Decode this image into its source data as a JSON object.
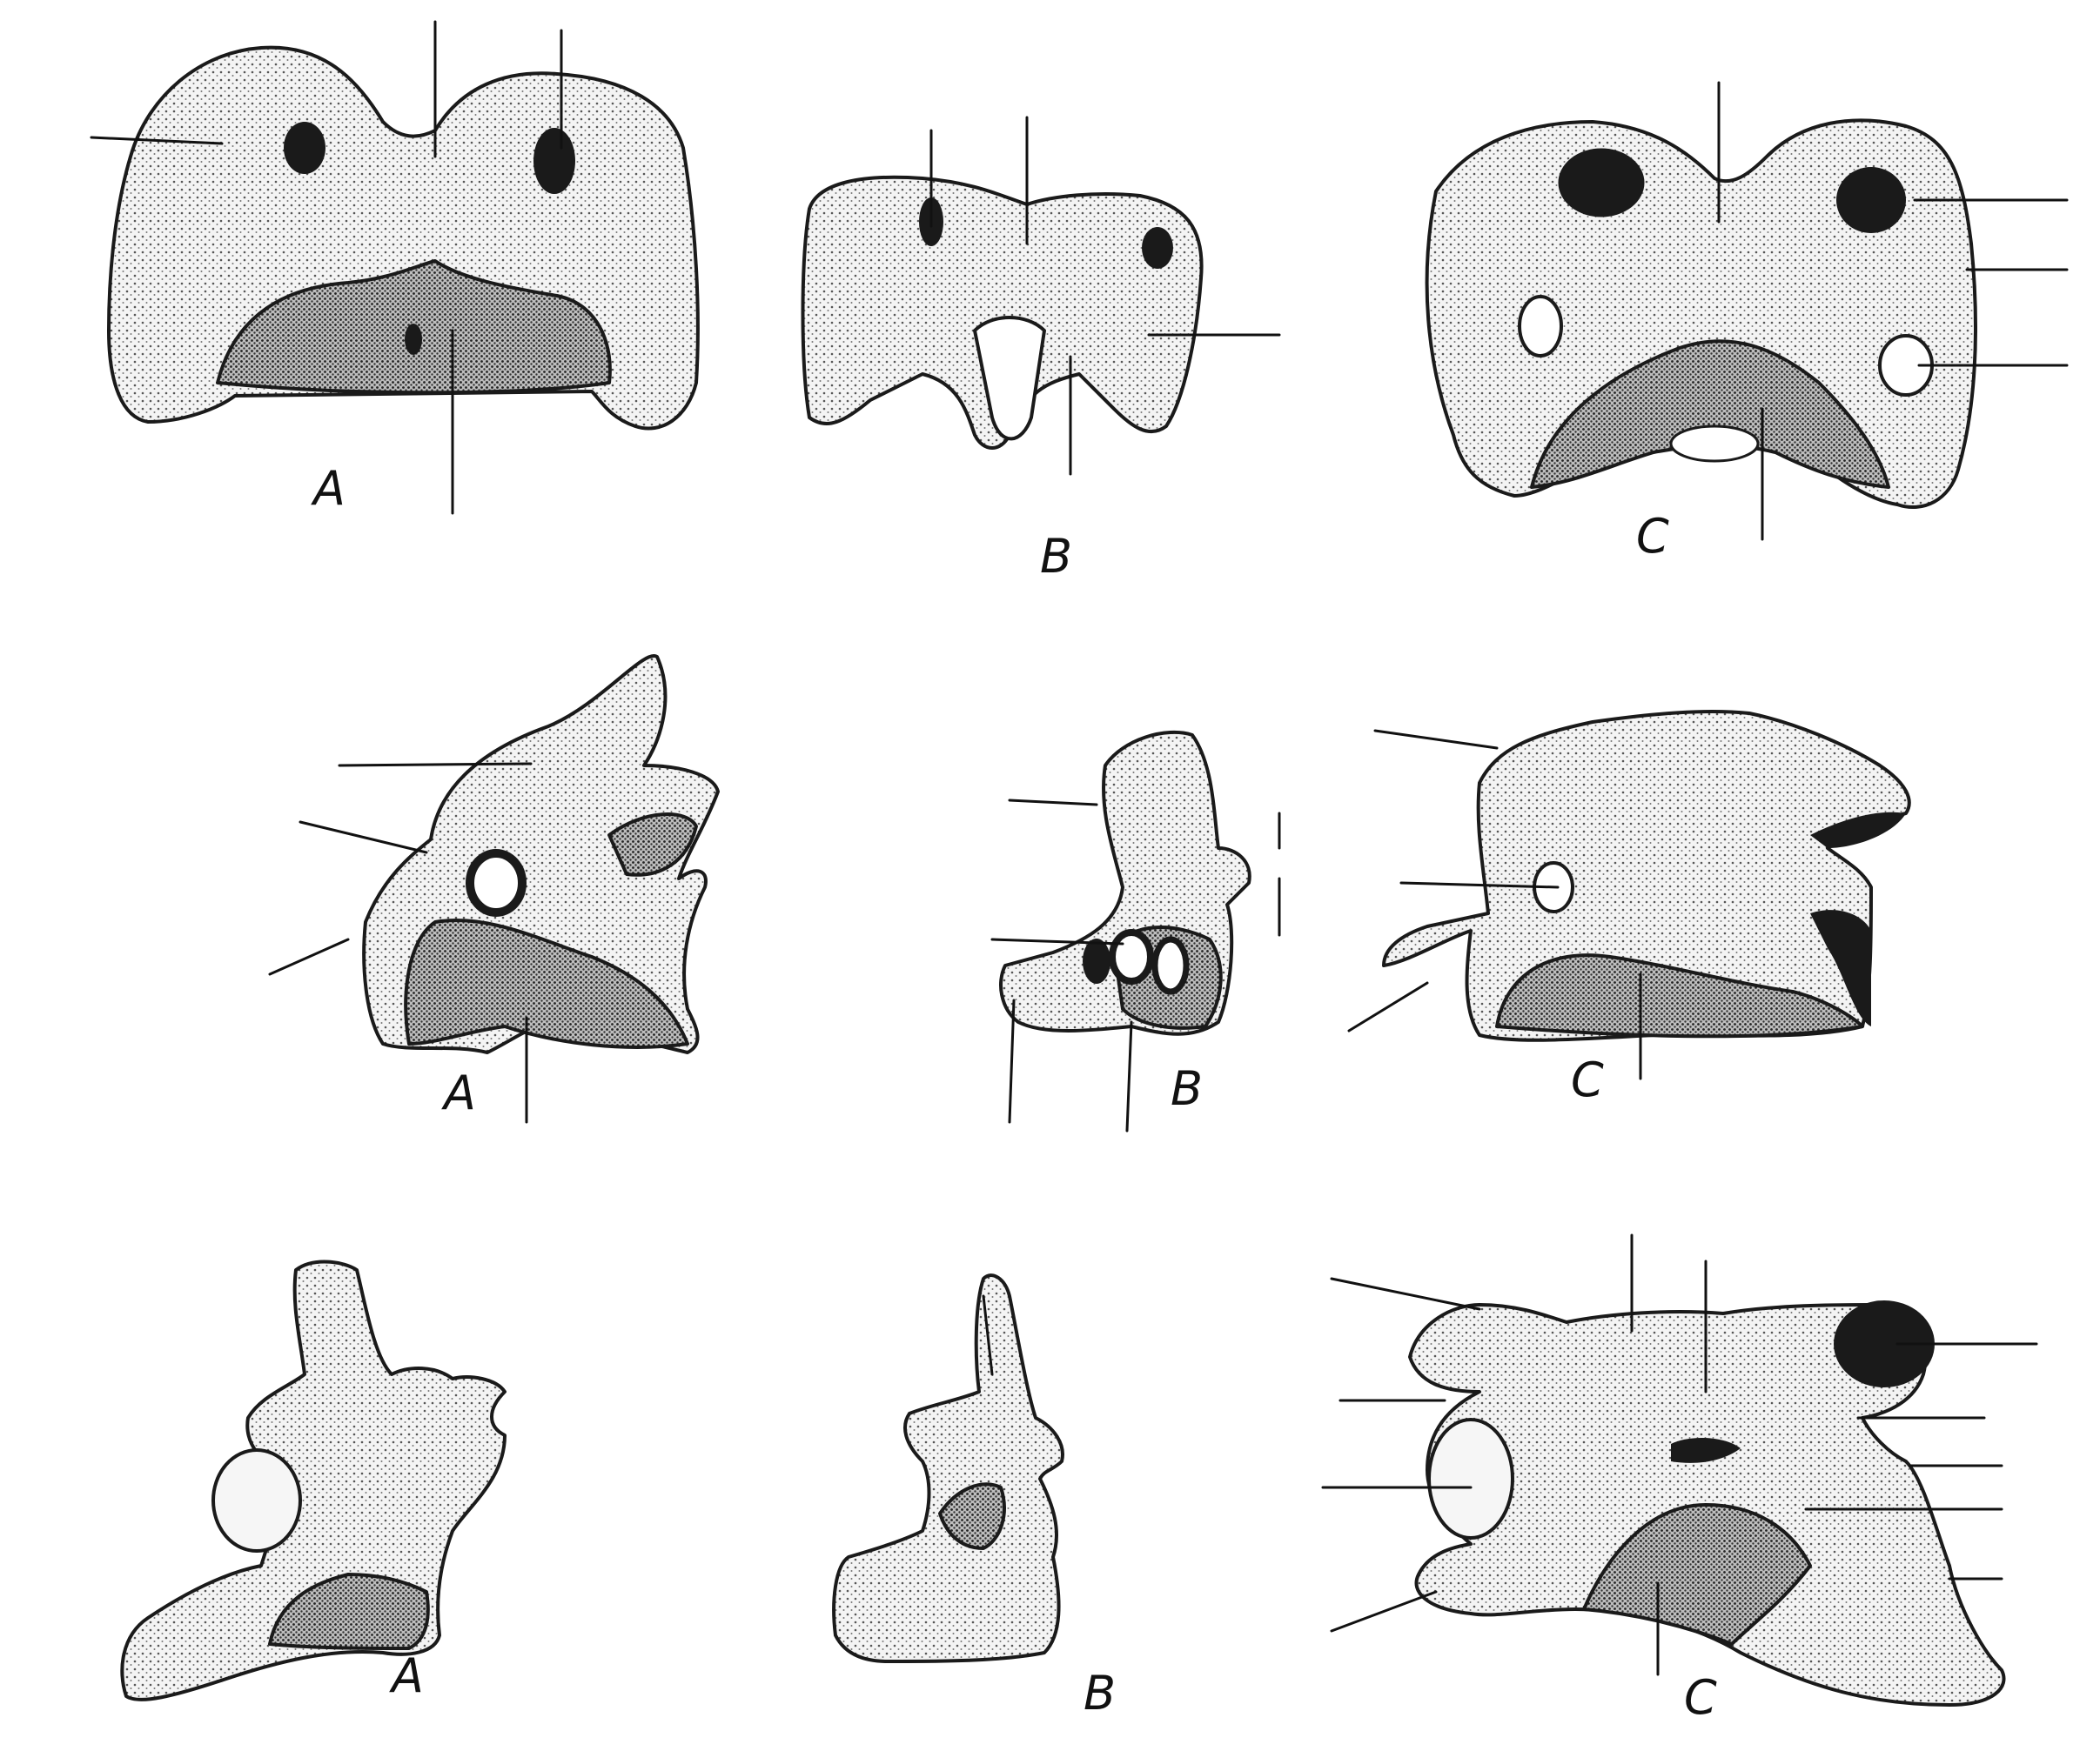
{
  "figure": {
    "panels": [
      {
        "id": "skull-front-a",
        "label": "A"
      },
      {
        "id": "skull-front-b",
        "label": "B"
      },
      {
        "id": "skull-front-c",
        "label": "C"
      },
      {
        "id": "skull-side-a",
        "label": "A"
      },
      {
        "id": "skull-side-b",
        "label": "B"
      },
      {
        "id": "skull-side-c",
        "label": "C"
      },
      {
        "id": "vertebra-a",
        "label": "A"
      },
      {
        "id": "vertebra-b",
        "label": "B"
      },
      {
        "id": "vertebra-c",
        "label": "C"
      }
    ]
  }
}
